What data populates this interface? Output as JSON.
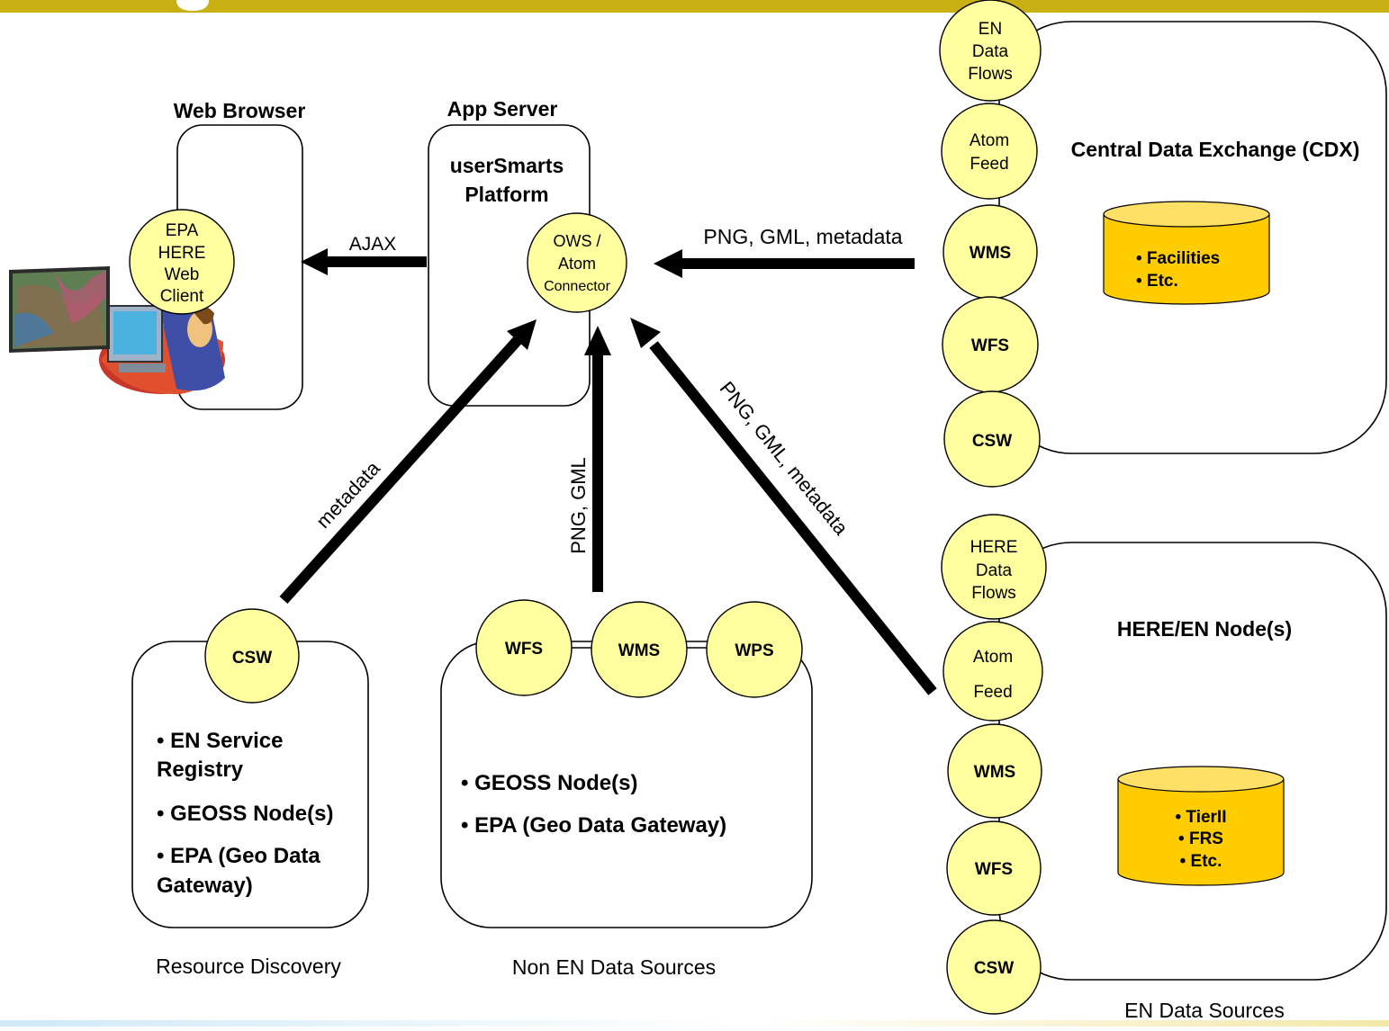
{
  "labels": {
    "web_browser": "Web Browser",
    "app_server": "App Server",
    "usersmarts_1": "userSmarts",
    "usersmarts_2": "Platform",
    "ows_1": "OWS /",
    "ows_2": "Atom",
    "ows_3": "Connector",
    "client_1": "EPA",
    "client_2": "HERE",
    "client_3": "Web",
    "client_4": "Client",
    "cdx_title": "Central Data Exchange (CDX)",
    "here_title": "HERE/EN Node(s)",
    "resource_discovery": "Resource Discovery",
    "non_en": "Non EN Data Sources",
    "en_sources": "EN Data Sources"
  },
  "arrows": {
    "ajax": "AJAX",
    "cdx_to_server": "PNG, GML, metadata",
    "metadata": "metadata",
    "png_gml": "PNG, GML",
    "here_to_server": "PNG, GML, metadata"
  },
  "cdx_nodes": {
    "en_flows_1": "EN",
    "en_flows_2": "Data",
    "en_flows_3": "Flows",
    "atom_1": "Atom",
    "atom_2": "Feed",
    "wms": "WMS",
    "wfs": "WFS",
    "csw": "CSW"
  },
  "cdx_db": [
    "• Facilities",
    "• Etc."
  ],
  "here_nodes": {
    "flows_1": "HERE",
    "flows_2": "Data",
    "flows_3": "Flows",
    "atom_1": "Atom",
    "atom_2": "Feed",
    "wms": "WMS",
    "wfs": "WFS",
    "csw": "CSW"
  },
  "here_db": [
    "• TierII",
    "• FRS",
    "• Etc."
  ],
  "resource_box": {
    "csw": "CSW",
    "line1": "• EN Service",
    "line2": "Registry",
    "line3": "• GEOSS Node(s)",
    "line4": "• EPA (Geo Data",
    "line5": "Gateway)"
  },
  "non_en_box": {
    "wfs": "WFS",
    "wms": "WMS",
    "wps": "WPS",
    "line1": "• GEOSS Node(s)",
    "line2": "• EPA (Geo Data Gateway)"
  },
  "colors": {
    "header_bar": "#c8b012",
    "node_fill": "#ffffa0",
    "database": "#ffcc00"
  }
}
